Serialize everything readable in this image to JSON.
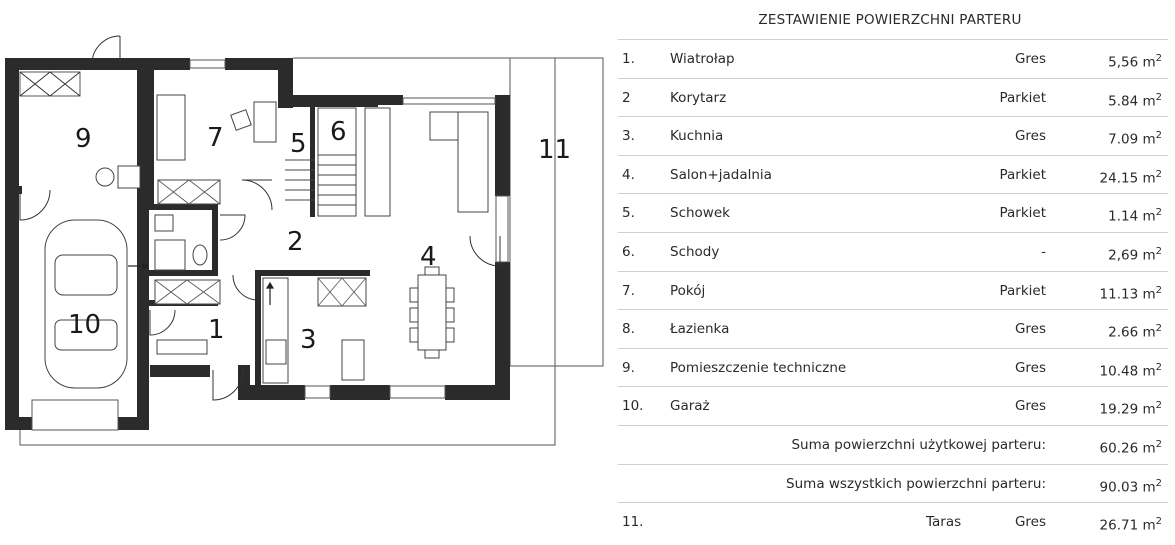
{
  "plan": {
    "room_labels": {
      "r1": "1",
      "r2": "2",
      "r3": "3",
      "r4": "4",
      "r5": "5",
      "r6": "6",
      "r7": "7",
      "r9": "9",
      "r10": "10",
      "r11": "11"
    }
  },
  "schedule": {
    "title": "ZESTAWIENIE POWIERZCHNI PARTERU",
    "rows": [
      {
        "num": "1.",
        "name": "Wiatrołap",
        "floor": "Gres",
        "area": "5,56 m",
        "exp": "2"
      },
      {
        "num": "2",
        "name": "Korytarz",
        "floor": "Parkiet",
        "area": "5.84 m",
        "exp": "2"
      },
      {
        "num": "3.",
        "name": "Kuchnia",
        "floor": "Gres",
        "area": "7.09 m",
        "exp": "2"
      },
      {
        "num": "4.",
        "name": "Salon+jadalnia",
        "floor": "Parkiet",
        "area": "24.15 m",
        "exp": "2"
      },
      {
        "num": "5.",
        "name": "Schowek",
        "floor": "Parkiet",
        "area": "1.14 m",
        "exp": "2"
      },
      {
        "num": "6.",
        "name": "Schody",
        "floor": "-",
        "area": "2,69 m",
        "exp": "2"
      },
      {
        "num": "7.",
        "name": "Pokój",
        "floor": "Parkiet",
        "area": "11.13 m",
        "exp": "2"
      },
      {
        "num": "8.",
        "name": "Łazienka",
        "floor": "Gres",
        "area": "2.66 m",
        "exp": "2"
      },
      {
        "num": "9.",
        "name": "Pomieszczenie techniczne",
        "floor": "Gres",
        "area": "10.48 m",
        "exp": "2"
      },
      {
        "num": "10.",
        "name": "Garaż",
        "floor": "Gres",
        "area": "19.29 m",
        "exp": "2"
      }
    ],
    "sum_usable": {
      "label": "Suma powierzchni użytkowej parteru:",
      "area": "60.26 m",
      "exp": "2"
    },
    "sum_all": {
      "label": "Suma wszystkich powierzchni parteru:",
      "area": "90.03 m",
      "exp": "2"
    },
    "terrace": {
      "num": "11.",
      "name": "Taras",
      "floor": "Gres",
      "area": "26.71 m",
      "exp": "2"
    }
  }
}
